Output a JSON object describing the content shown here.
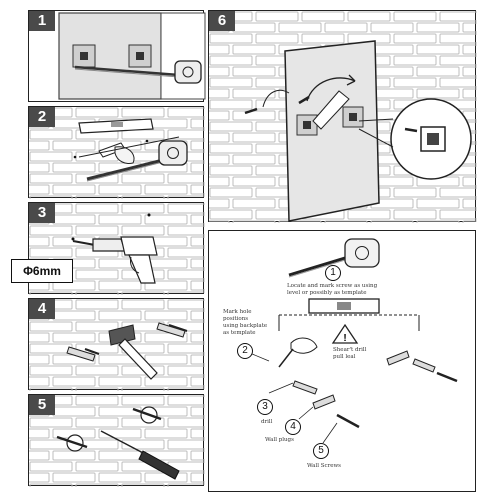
{
  "steps": [
    {
      "number": "1"
    },
    {
      "number": "2"
    },
    {
      "number": "3",
      "drill_size": "Φ6mm"
    },
    {
      "number": "4"
    },
    {
      "number": "5"
    },
    {
      "number": "6"
    }
  ],
  "detail": {
    "callouts": [
      "1",
      "2",
      "3",
      "4",
      "5"
    ],
    "labels": {
      "mark_hole": [
        "Mark hole",
        "positions",
        "using backplate",
        "as template"
      ],
      "locate": [
        "Locate and mark screw as using",
        "level or possibly as template"
      ],
      "drill": "drill",
      "wall_plugs": "Wall plugs",
      "wall_screws": "Wall Screws",
      "warning": [
        "Shear't drill",
        "pull leal"
      ]
    }
  },
  "icons": [
    "tape-measure-icon",
    "spirit-level-icon",
    "pencil-icon",
    "drill-icon",
    "hammer-icon",
    "screwdriver-icon",
    "wall-plug-icon",
    "screw-icon",
    "warning-icon",
    "backplate-icon",
    "brick-wall-icon"
  ]
}
